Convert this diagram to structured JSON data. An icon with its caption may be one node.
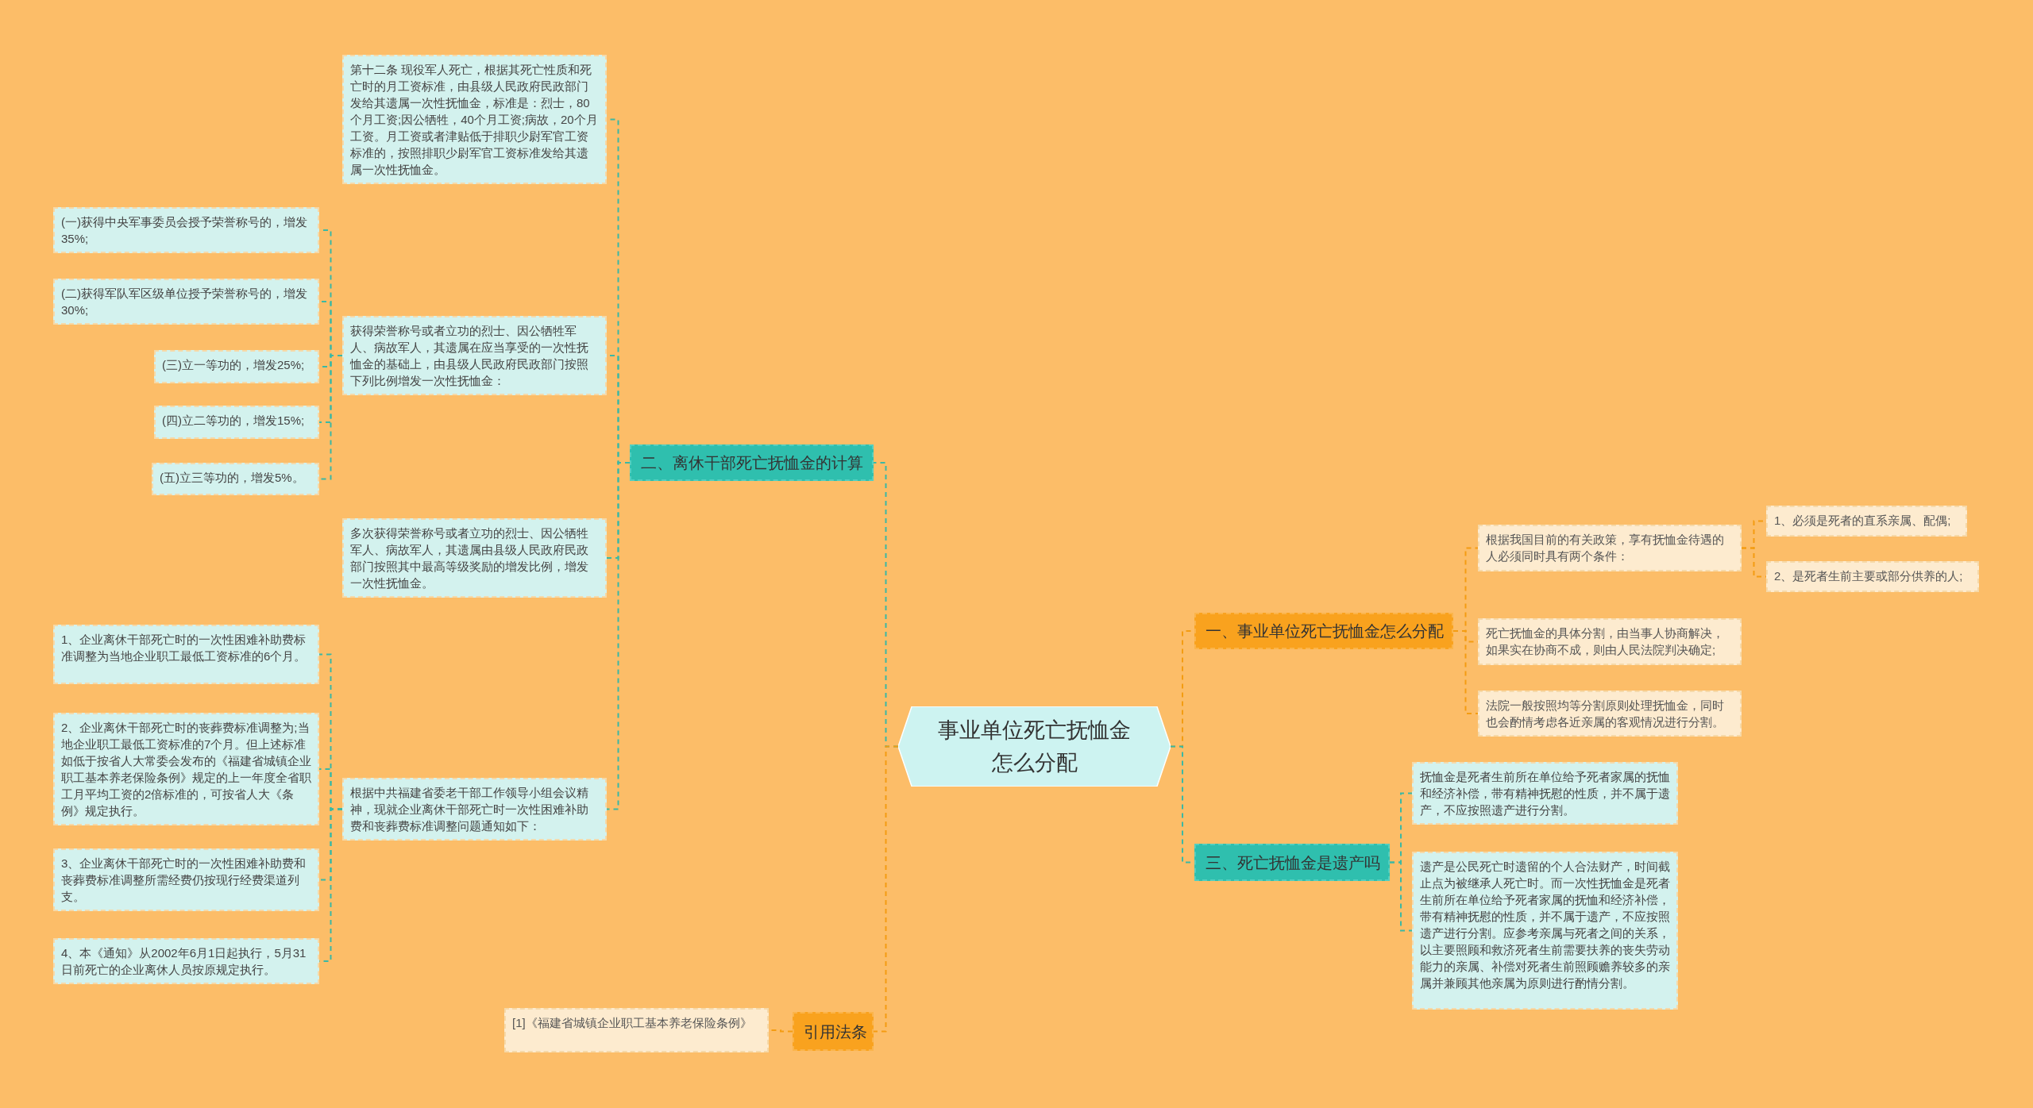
{
  "diagram": {
    "nodes": [
      {
        "text": [
          "事业单位死亡抚恤金怎么分配"
        ]
      },
      {
        "text": [
          "二、离休干部死亡抚恤金的计算"
        ]
      },
      {
        "text": [
          "第十二条 现役军人死亡，根据其死亡性质和死亡时的月工资标准，由县级人民政府民政部门发给其遗属一次性抚恤金，标准是：烈士，80个月工资;因公牺牲，40个月工资;病故，20个月工资。月工资或者津贴低于排职少尉军官工资标准的，按照排职少尉军官工资标准发给其遗属一次性抚恤金。"
        ]
      },
      {
        "text": [
          "获得荣誉称号或者立功的烈士、因公牺牲军人、病故军人，其遗属在应当享受的一次性抚恤金的基础上，由县级人民政府民政部门按照下列比例增发一次性抚恤金："
        ]
      },
      {
        "text": [
          "(一)获得中央军事委员会授予荣誉称号的，增发35%;"
        ]
      },
      {
        "text": [
          "(二)获得军队军区级单位授予荣誉称号的，增发30%;"
        ]
      },
      {
        "text": [
          "(三)立一等功的，增发25%;"
        ]
      },
      {
        "text": [
          "(四)立二等功的，增发15%;"
        ]
      },
      {
        "text": [
          "(五)立三等功的，增发5%。"
        ]
      },
      {
        "text": [
          "多次获得荣誉称号或者立功的烈士、因公牺牲军人、病故军人，其遗属由县级人民政府民政部门按照其中最高等级奖励的增发比例，增发一次性抚恤金。"
        ]
      },
      {
        "text": [
          "根据中共福建省委老干部工作领导小组会议精神，现就企业离休干部死亡时一次性困难补助费和丧葬费标准调整问题通知如下："
        ]
      },
      {
        "text": [
          "1、企业离休干部死亡时的一次性困难补助费标准调整为当地企业职工最低工资标准的6个月。"
        ]
      },
      {
        "text": [
          "2、企业离休干部死亡时的丧葬费标准调整为;当地企业职工最低工资标准的7个月。但上述标准如低于按省人大常委会发布的《福建省城镇企业职工基本养老保险条例》规定的上一年度全省职工月平均工资的2倍标准的，可按省人大《条例》规定执行。"
        ]
      },
      {
        "text": [
          "3、企业离休干部死亡时的一次性困难补助费和丧葬费标准调整所需经费仍按现行经费渠道列支。"
        ]
      },
      {
        "text": [
          "4、本《通知》从2002年6月1日起执行，5月31日前死亡的企业离休人员按原规定执行。"
        ]
      },
      {
        "text": [
          "引用法条"
        ]
      },
      {
        "text": [
          "[1]《福建省城镇企业职工基本养老保险条例》"
        ]
      },
      {
        "text": [
          "一、事业单位死亡抚恤金怎么分配"
        ]
      },
      {
        "text": [
          "根据我国目前的有关政策，享有抚恤金待遇的人必须同时具有两个条件："
        ]
      },
      {
        "text": [
          "1、必须是死者的直系亲属、配偶;"
        ]
      },
      {
        "text": [
          "2、是死者生前主要或部分供养的人;"
        ]
      },
      {
        "text": [
          "死亡抚恤金的具体分割，由当事人协商解决，如果实在协商不成，则由人民法院判决确定;"
        ]
      },
      {
        "text": [
          "法院一般按照均等分割原则处理抚恤金，同时也会酌情考虑各近亲属的客观情况进行分割。"
        ]
      },
      {
        "text": [
          "三、死亡抚恤金是遗产吗"
        ]
      },
      {
        "text": [
          "抚恤金是死者生前所在单位给予死者家属的抚恤和经济补偿，带有精神抚慰的性质，并不属于遗产，不应按照遗产进行分割。"
        ]
      },
      {
        "text": [
          "遗产是公民死亡时遗留的个人合法财产，时间截止点为被继承人死亡时。而一次性抚恤金是死者生前所在单位给予死者家属的抚恤和经济补偿，带有精神抚慰的性质，并不属于遗产，不应按照遗产进行分割。应参考亲属与死者之间的关系，以主要照顾和救济死者生前需要扶养的丧失劳动能力的亲属、补偿对死者生前照顾赡养较多的亲属并兼顾其他亲属为原则进行酌情分割。"
        ]
      }
    ],
    "edges": [
      {
        "from": 0,
        "to": 1,
        "arrow": "none",
        "style": "dashed"
      },
      {
        "from": 1,
        "to": 2,
        "arrow": "none",
        "style": "dashed"
      },
      {
        "from": 1,
        "to": 3,
        "arrow": "none",
        "style": "dashed"
      },
      {
        "from": 3,
        "to": 4,
        "arrow": "none",
        "style": "dashed"
      },
      {
        "from": 3,
        "to": 5,
        "arrow": "none",
        "style": "dashed"
      },
      {
        "from": 3,
        "to": 6,
        "arrow": "none",
        "style": "dashed"
      },
      {
        "from": 3,
        "to": 7,
        "arrow": "none",
        "style": "dashed"
      },
      {
        "from": 3,
        "to": 8,
        "arrow": "none",
        "style": "dashed"
      },
      {
        "from": 1,
        "to": 9,
        "arrow": "none",
        "style": "dashed"
      },
      {
        "from": 1,
        "to": 10,
        "arrow": "none",
        "style": "dashed"
      },
      {
        "from": 10,
        "to": 11,
        "arrow": "none",
        "style": "dashed"
      },
      {
        "from": 10,
        "to": 12,
        "arrow": "none",
        "style": "dashed"
      },
      {
        "from": 10,
        "to": 13,
        "arrow": "none",
        "style": "dashed"
      },
      {
        "from": 10,
        "to": 14,
        "arrow": "none",
        "style": "dashed"
      },
      {
        "from": 0,
        "to": 15,
        "arrow": "none",
        "style": "dashed",
        "color": "#f39c12"
      },
      {
        "from": 15,
        "to": 16,
        "arrow": "none",
        "style": "dashed",
        "color": "#f39c12"
      },
      {
        "from": 0,
        "to": 17,
        "arrow": "none",
        "style": "dashed",
        "color": "#f39c12"
      },
      {
        "from": 17,
        "to": 18,
        "arrow": "none",
        "style": "dashed",
        "color": "#f39c12"
      },
      {
        "from": 18,
        "to": 19,
        "arrow": "none",
        "style": "dashed",
        "color": "#f39c12"
      },
      {
        "from": 18,
        "to": 20,
        "arrow": "none",
        "style": "dashed",
        "color": "#f39c12"
      },
      {
        "from": 17,
        "to": 21,
        "arrow": "none",
        "style": "dashed",
        "color": "#f39c12"
      },
      {
        "from": 17,
        "to": 22,
        "arrow": "none",
        "style": "dashed",
        "color": "#f39c12"
      },
      {
        "from": 0,
        "to": 23,
        "arrow": "none",
        "style": "dashed"
      },
      {
        "from": 23,
        "to": 24,
        "arrow": "none",
        "style": "dashed"
      },
      {
        "from": 23,
        "to": 25,
        "arrow": "none",
        "style": "dashed"
      }
    ]
  }
}
